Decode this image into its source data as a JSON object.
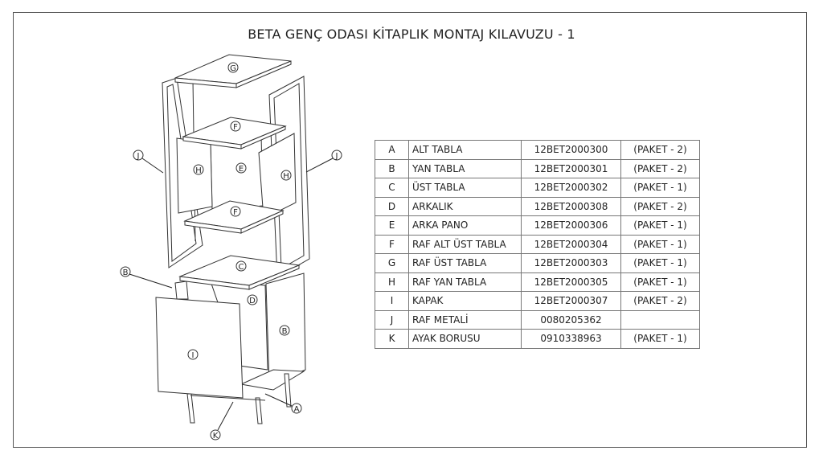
{
  "title": "BETA GENÇ ODASI KİTAPLIK MONTAJ KILAVUZU - 1",
  "callouts": {
    "G": "G",
    "F1": "F",
    "F2": "F",
    "H1": "H",
    "H2": "H",
    "E": "E",
    "C": "C",
    "D": "D",
    "B1": "B",
    "B2": "B",
    "I": "I",
    "J1": "J",
    "J2": "J",
    "A": "A",
    "K": "K"
  },
  "parts": [
    {
      "letter": "A",
      "name": "ALT TABLA",
      "code": "12BET2000300",
      "package": "(PAKET - 2)"
    },
    {
      "letter": "B",
      "name": "YAN TABLA",
      "code": "12BET2000301",
      "package": "(PAKET - 2)"
    },
    {
      "letter": "C",
      "name": "ÜST TABLA",
      "code": "12BET2000302",
      "package": "(PAKET - 1)"
    },
    {
      "letter": "D",
      "name": "ARKALIK",
      "code": "12BET2000308",
      "package": "(PAKET - 2)"
    },
    {
      "letter": "E",
      "name": "ARKA PANO",
      "code": "12BET2000306",
      "package": "(PAKET - 1)"
    },
    {
      "letter": "F",
      "name": "RAF ALT ÜST TABLA",
      "code": "12BET2000304",
      "package": "(PAKET - 1)"
    },
    {
      "letter": "G",
      "name": "RAF ÜST TABLA",
      "code": "12BET2000303",
      "package": "(PAKET - 1)"
    },
    {
      "letter": "H",
      "name": "RAF YAN TABLA",
      "code": "12BET2000305",
      "package": "(PAKET - 1)"
    },
    {
      "letter": "I",
      "name": "KAPAK",
      "code": "12BET2000307",
      "package": "(PAKET - 2)"
    },
    {
      "letter": "J",
      "name": "RAF METALİ",
      "code": "0080205362",
      "package": ""
    },
    {
      "letter": "K",
      "name": "AYAK BORUSU",
      "code": "0910338963",
      "package": "(PAKET - 1)"
    }
  ]
}
